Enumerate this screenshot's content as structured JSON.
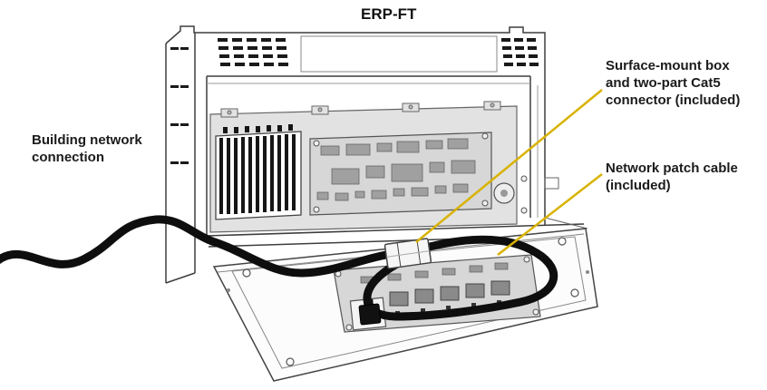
{
  "diagram": {
    "title": "ERP-FT",
    "labels": {
      "building_network": [
        "Building network",
        "connection"
      ],
      "surface_mount": [
        "Surface-mount box",
        "and two-part Cat5",
        "connector (included)"
      ],
      "patch_cable": [
        "Network patch cable",
        "(included)"
      ]
    },
    "colors": {
      "leader_line": "#d9b200",
      "cable": "#0e0e0e"
    }
  }
}
